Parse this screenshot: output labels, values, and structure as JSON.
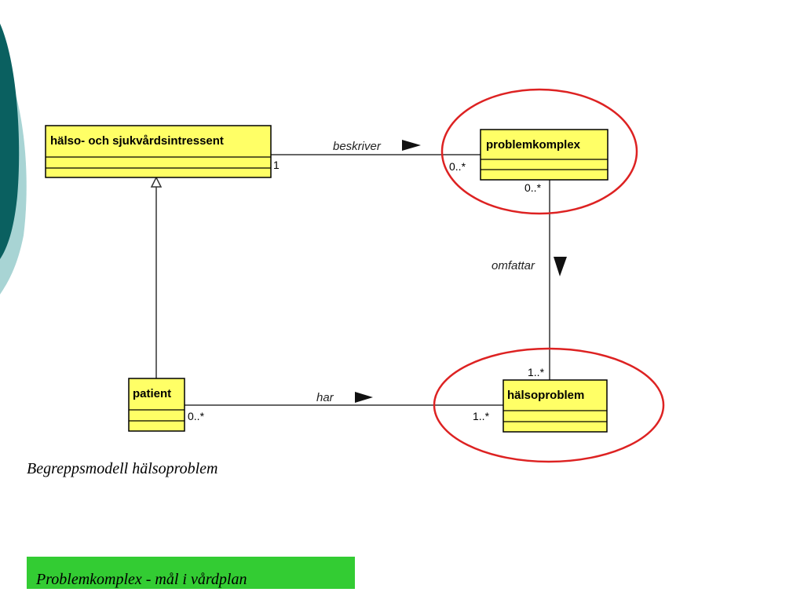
{
  "colors": {
    "class_fill": "#ffff66",
    "class_border": "#000000",
    "highlight_ellipse": "#dd2222",
    "side_band_dark": "#0a6060",
    "side_band_light": "#a8d4d4",
    "footer_bar": "#33cc33"
  },
  "diagram": {
    "classes": {
      "intressent": {
        "name": "hälso- och sjukvårdsintressent"
      },
      "problemkomplex": {
        "name": "problemkomplex"
      },
      "patient": {
        "name": "patient"
      },
      "halsoproblem": {
        "name": "hälsoproblem"
      }
    },
    "associations": {
      "beskriver": {
        "label": "beskriver",
        "mult_source": "1",
        "mult_target": "0..*"
      },
      "omfattar": {
        "label": "omfattar",
        "mult_source": "0..*",
        "mult_target": "1..*"
      },
      "har": {
        "label": "har",
        "mult_source": "0..*",
        "mult_target": "1..*"
      }
    }
  },
  "caption": "Begreppsmodell hälsoproblem",
  "footer": {
    "label": "Problemkomplex - mål i vårdplan"
  }
}
